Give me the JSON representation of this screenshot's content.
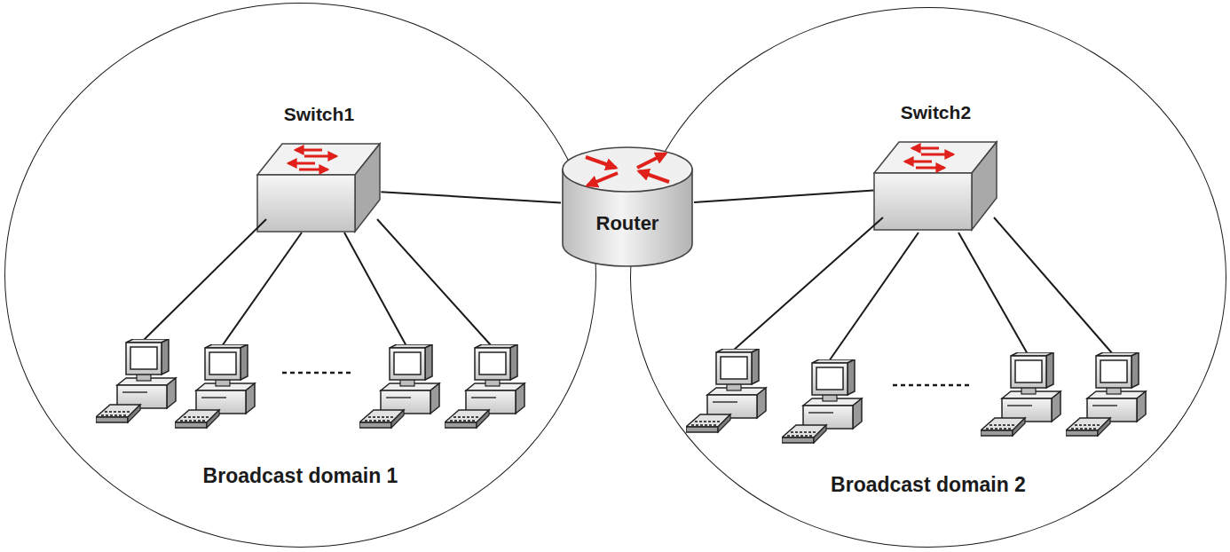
{
  "diagram": {
    "nodes": [
      {
        "text": [
          "Broadcast domain 1"
        ]
      },
      {
        "text": [
          "Switch1"
        ],
        "in": 0
      },
      {
        "text": [
          "Router"
        ]
      },
      {
        "text": [
          "Broadcast domain 2"
        ]
      },
      {
        "text": [
          "Switch2"
        ],
        "in": 3
      }
    ],
    "edges": [
      {
        "from": 1,
        "to": 2,
        "arrow": "none"
      },
      {
        "from": 2,
        "to": 4,
        "arrow": "none"
      }
    ]
  }
}
